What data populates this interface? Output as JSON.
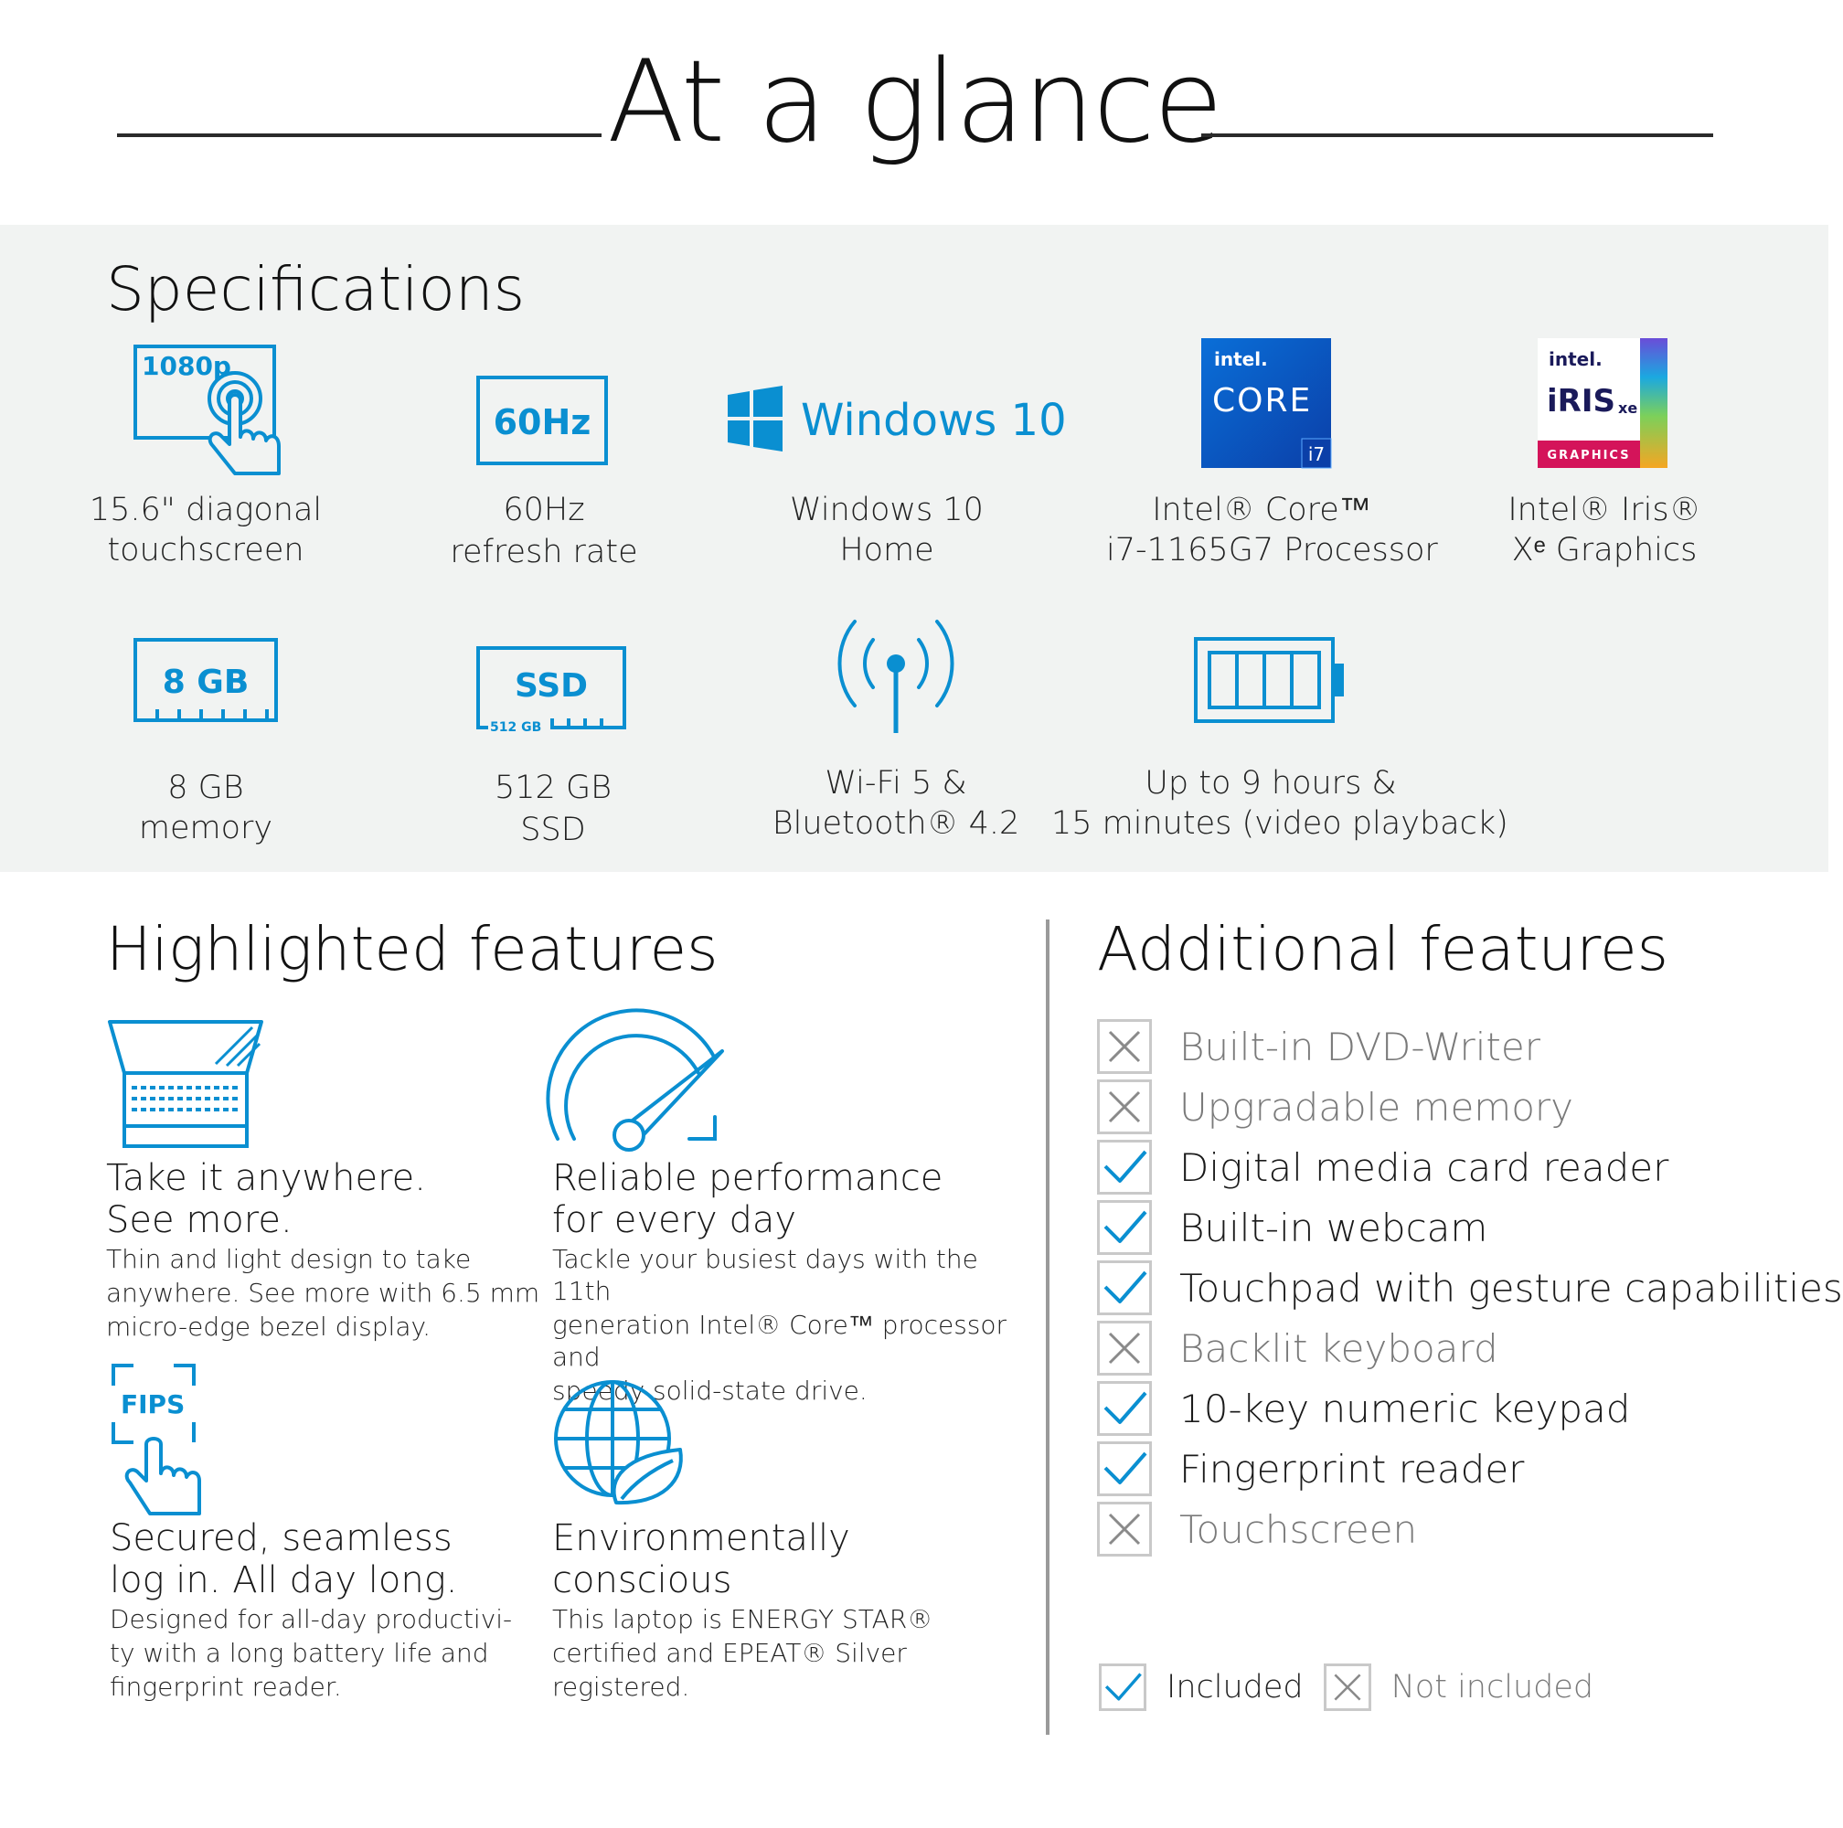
{
  "title": "At a glance",
  "specifications": {
    "heading": "Specifications",
    "items": [
      {
        "icon": "touchscreen-1080p-icon",
        "badge": "1080p",
        "line1": "15.6\" diagonal",
        "line2": "touchscreen"
      },
      {
        "icon": "refresh-rate-icon",
        "badge": "60Hz",
        "line1": "60Hz",
        "line2": "refresh rate"
      },
      {
        "icon": "windows-logo-icon",
        "badge": "Windows 10",
        "line1": "Windows 10",
        "line2": "Home"
      },
      {
        "icon": "intel-core-i7-badge",
        "badge_brand": "intel.",
        "badge_name": "CORE",
        "badge_tier": "i7",
        "line1": "Intel® Core™",
        "line2": "i7-1165G7 Processor"
      },
      {
        "icon": "intel-iris-xe-badge",
        "badge_brand": "intel.",
        "badge_name": "iRIS",
        "badge_sup": "xe",
        "badge_sub": "GRAPHICS",
        "line1": "Intel® Iris®",
        "line2": "Xᵉ Graphics"
      },
      {
        "icon": "memory-icon",
        "badge": "8 GB",
        "line1": "8 GB",
        "line2": "memory"
      },
      {
        "icon": "ssd-icon",
        "badge": "SSD",
        "badge_sub": "512 GB",
        "line1": "512 GB",
        "line2": "SSD"
      },
      {
        "icon": "wifi-antenna-icon",
        "line1": "Wi-Fi 5 &",
        "line2": "Bluetooth® 4.2"
      },
      {
        "icon": "battery-icon",
        "line1": "Up to 9 hours &",
        "line2": "15 minutes (video playback)"
      }
    ]
  },
  "highlighted": {
    "heading": "Highlighted features",
    "items": [
      {
        "icon": "laptop-icon",
        "title1": "Take it anywhere.",
        "title2": "See more.",
        "desc": [
          "Thin and light design to take",
          "anywhere. See more with 6.5 mm",
          "micro-edge bezel display."
        ]
      },
      {
        "icon": "speedometer-icon",
        "title1": "Reliable performance",
        "title2": "for every day",
        "desc": [
          "Tackle your busiest days with the 11th",
          "generation Intel® Core™ processor and",
          "speedy solid-state drive."
        ]
      },
      {
        "icon": "fips-fingerprint-icon",
        "badge": "FIPS",
        "title1": "Secured, seamless",
        "title2": "log in. All day long.",
        "desc": [
          "Designed for all-day productivi-",
          "ty with a long battery life and",
          "fingerprint reader."
        ]
      },
      {
        "icon": "globe-leaf-icon",
        "title1": "Environmentally",
        "title2": "conscious",
        "desc": [
          "This laptop is ENERGY STAR®",
          "certified and EPEAT® Silver",
          "registered."
        ]
      }
    ]
  },
  "additional": {
    "heading": "Additional features",
    "items": [
      {
        "label": "Built-in DVD-Writer",
        "included": false
      },
      {
        "label": "Upgradable memory",
        "included": false
      },
      {
        "label": "Digital media card reader",
        "included": true
      },
      {
        "label": "Built-in webcam",
        "included": true
      },
      {
        "label": "Touchpad with gesture capabilities",
        "included": true
      },
      {
        "label": "Backlit keyboard",
        "included": false
      },
      {
        "label": "10-key numeric keypad",
        "included": true
      },
      {
        "label": "Fingerprint reader",
        "included": true
      },
      {
        "label": "Touchscreen",
        "included": false
      }
    ],
    "legend": {
      "included": "Included",
      "not_included": "Not included"
    }
  },
  "colors": {
    "accent": "#0a8fd1",
    "check": "#0a8fd1",
    "cross": "#8a8a8a",
    "panel": "#f1f3f2"
  }
}
